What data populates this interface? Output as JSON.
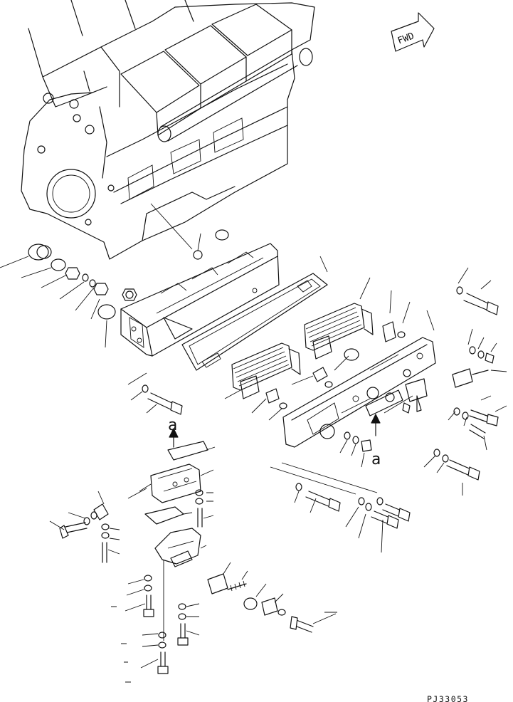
{
  "direction_arrow": {
    "label": "FWD"
  },
  "view_markers": [
    {
      "letter": "a"
    },
    {
      "letter": "a"
    }
  ],
  "drawing_code": "PJ33053"
}
